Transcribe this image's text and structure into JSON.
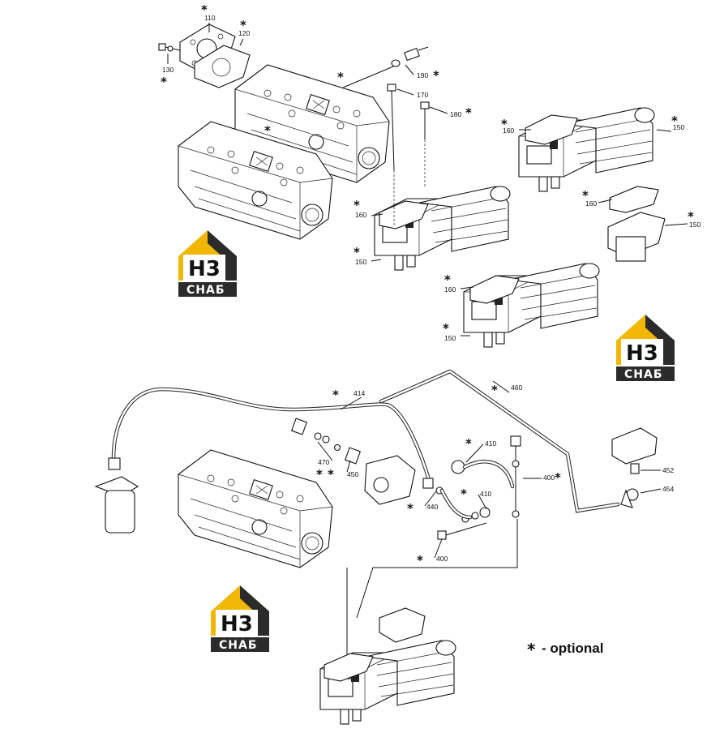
{
  "diagram": {
    "optional_marker": "*",
    "legend_text": "- optional",
    "logo": {
      "mark": "H3",
      "caption": "СНАБ",
      "brand_color": "#f2b705",
      "dark_color": "#2b2b2b"
    },
    "callouts": {
      "c110": "110",
      "c120": "120",
      "c130": "130",
      "c190": "190",
      "c170": "170",
      "c180": "180",
      "c160a": "160",
      "c150a": "150",
      "c160b": "160",
      "c150b": "150",
      "c160c": "160",
      "c150c": "150",
      "c160d": "160",
      "c150d": "150",
      "c414": "414",
      "c460": "460",
      "c470": "470",
      "c450": "450",
      "c410a": "410",
      "c410b": "410",
      "c400a": "400",
      "c400b": "400",
      "c440": "440",
      "c452": "452",
      "c454": "454"
    }
  }
}
